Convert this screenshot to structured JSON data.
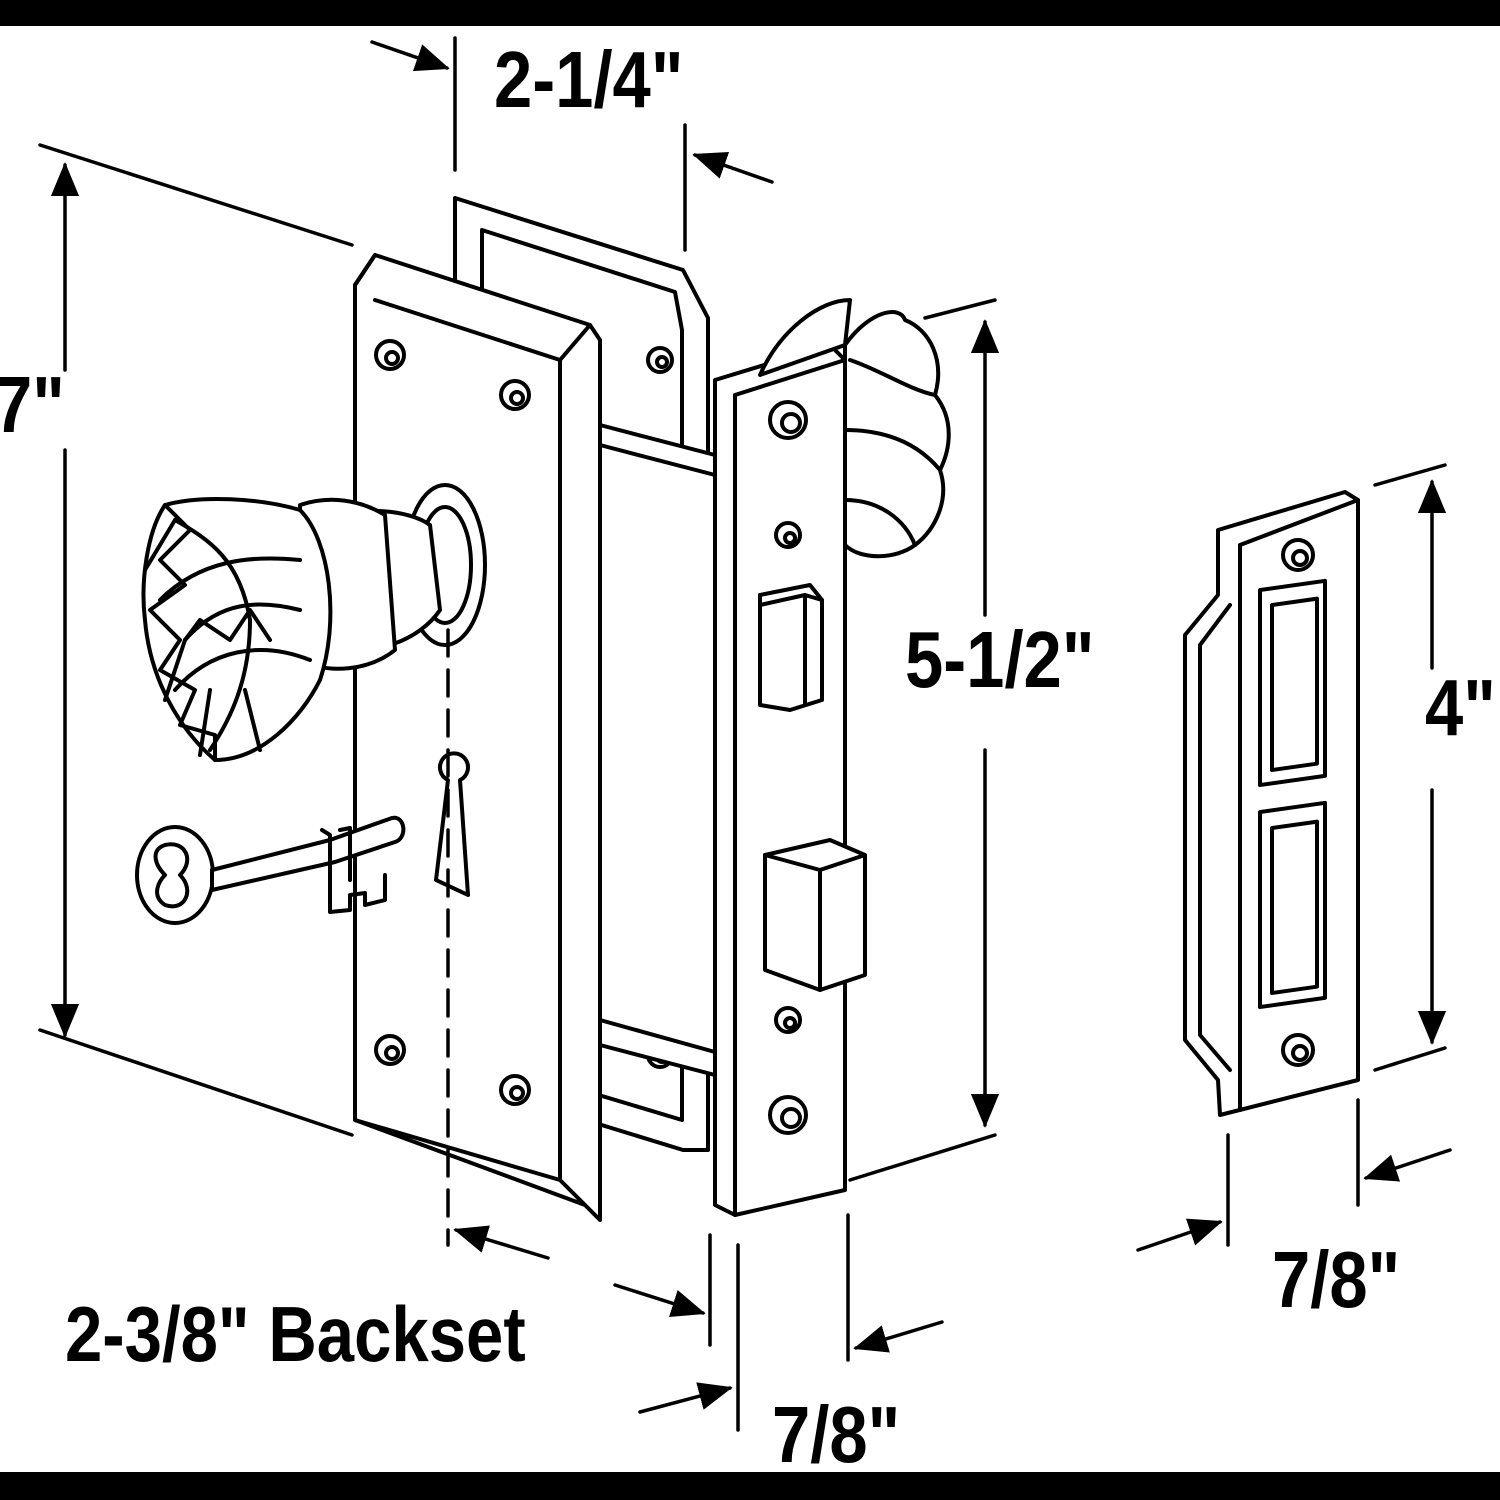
{
  "colors": {
    "background": "#ffffff",
    "ink": "#000000",
    "border": "#000000"
  },
  "labels": {
    "top_width": "2-1/4\"",
    "left_height": "7\"",
    "mortise_height": "5-1/2\"",
    "strike_height": "4\"",
    "strike_width": "7/8\"",
    "faceplate_width": "7/8\"",
    "backset": "2-3/8\" Backset"
  }
}
